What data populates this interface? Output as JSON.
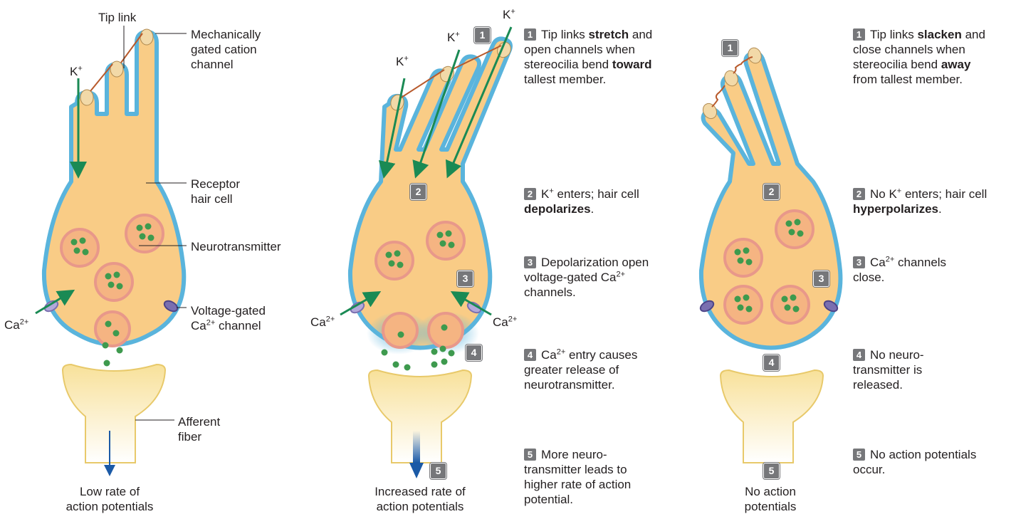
{
  "colors": {
    "cell_fill": "#f9cc86",
    "membrane": "#5ab4dc",
    "vesicle_ring": "#e8988a",
    "vesicle_fill": "#f5b482",
    "nt_dot": "#3e9a4e",
    "arrow_green": "#1a8a54",
    "arrow_blue": "#1b5aa6",
    "tip_link": "#b85a2c",
    "fiber_fill": "#f8e19a",
    "badge": "#76777a",
    "channel": "#7a6fb0"
  },
  "labels": {
    "tip_link": "Tip link",
    "mech_channel": [
      "Mechanically",
      "gated cation",
      "channel"
    ],
    "k_ion": "K",
    "k_sup": "+",
    "receptor": [
      "Receptor",
      "hair cell"
    ],
    "neurotransmitter": "Neurotransmitter",
    "vg_channel_1": "Voltage-gated",
    "vg_channel_2a": "Ca",
    "vg_channel_2sup": "2+",
    "vg_channel_2b": " channel",
    "ca_ion": "Ca",
    "ca_sup": "2+",
    "afferent": [
      "Afferent",
      "fiber"
    ]
  },
  "captions": {
    "left": [
      "Low rate of",
      "action potentials"
    ],
    "middle": [
      "Increased rate of",
      "action potentials"
    ],
    "right": [
      "No action",
      "potentials"
    ]
  },
  "panel_badges": [
    "1",
    "2",
    "3",
    "4",
    "5"
  ],
  "stretch_steps": {
    "s1": {
      "num": "1",
      "pre": "Tip links ",
      "b1": "stretch",
      "mid": " and open channels when stereocilia bend ",
      "b2": "toward",
      "post": " tallest member."
    },
    "s2": {
      "num": "2",
      "a": "K",
      "sup": "+",
      "b": " enters; hair cell ",
      "bold": "depolarizes",
      "c": "."
    },
    "s3": {
      "num": "3",
      "a": "Depolarization open voltage-gated Ca",
      "sup": "2+",
      "b": " channels."
    },
    "s4": {
      "num": "4",
      "a": "Ca",
      "sup": "2+",
      "b": " entry causes greater release of neurotransmitter."
    },
    "s5": {
      "num": "5",
      "text": "More neuro- transmitter leads to higher rate of action potential."
    }
  },
  "slacken_steps": {
    "s1": {
      "num": "1",
      "pre": "Tip links ",
      "b1": "slacken",
      "mid": " and close channels when stereocilia bend ",
      "b2": "away",
      "post": " from tallest member."
    },
    "s2": {
      "num": "2",
      "a": "No K",
      "sup": "+",
      "b": " enters; hair cell ",
      "bold": "hyperpolarizes",
      "c": "."
    },
    "s3": {
      "num": "3",
      "a": "Ca",
      "sup": "2+",
      "b": " channels close."
    },
    "s4": {
      "num": "4",
      "text": "No neuro- transmitter is released."
    },
    "s5": {
      "num": "5",
      "text": "No action potentials occur."
    }
  }
}
